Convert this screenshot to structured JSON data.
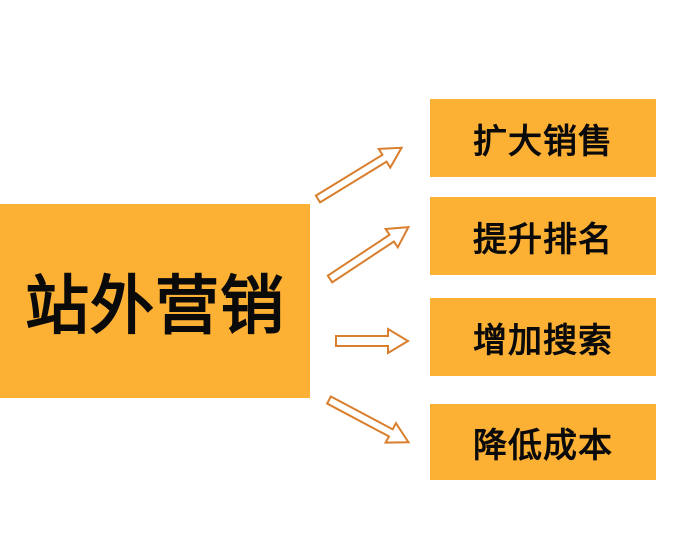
{
  "main": {
    "label": "站外营销"
  },
  "targets": [
    {
      "label": "扩大销售"
    },
    {
      "label": "提升排名"
    },
    {
      "label": "增加搜索"
    },
    {
      "label": "降低成本"
    }
  ],
  "colors": {
    "box_fill": "#FCB134",
    "arrow_stroke": "#D97E2C",
    "text": "#0a0a0a"
  }
}
